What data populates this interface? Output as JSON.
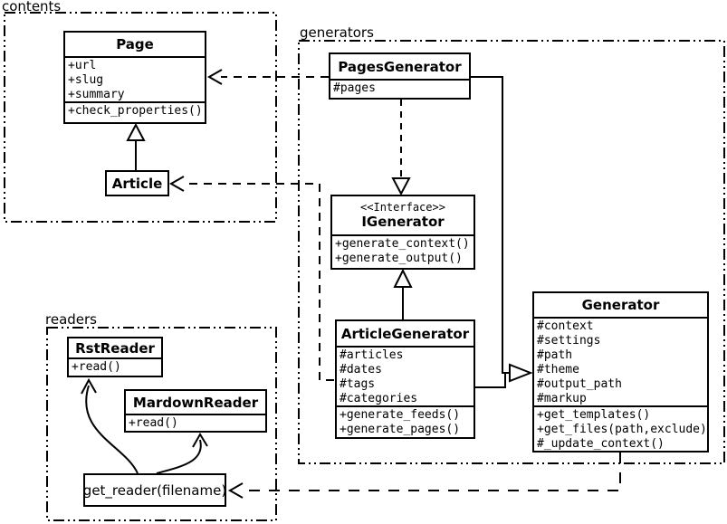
{
  "packages": {
    "contents": {
      "label": "contents"
    },
    "generators": {
      "label": "generators"
    },
    "readers": {
      "label": "readers"
    }
  },
  "classes": {
    "page": {
      "title": "Page",
      "attrs": [
        "+url",
        "+slug",
        "+summary"
      ],
      "methods": [
        "+check_properties()"
      ]
    },
    "article": {
      "title": "Article"
    },
    "pages_generator": {
      "title": "PagesGenerator",
      "attrs": [
        "#pages"
      ]
    },
    "igenerator": {
      "stereotype": "<<Interface>>",
      "title": "IGenerator",
      "methods": [
        "+generate_context()",
        "+generate_output()"
      ]
    },
    "article_generator": {
      "title": "ArticleGenerator",
      "attrs": [
        "#articles",
        "#dates",
        "#tags",
        "#categories"
      ],
      "methods": [
        "+generate_feeds()",
        "+generate_pages()"
      ]
    },
    "generator": {
      "title": "Generator",
      "attrs": [
        "#context",
        "#settings",
        "#path",
        "#theme",
        "#output_path",
        "#markup"
      ],
      "methods": [
        "+get_templates()",
        "+get_files(path,exclude)",
        "#_update_context()"
      ]
    },
    "rst_reader": {
      "title": "RstReader",
      "methods": [
        "+read()"
      ]
    },
    "mardown_reader": {
      "title": "MardownReader",
      "methods": [
        "+read()"
      ]
    },
    "get_reader": {
      "label": "get_reader(filename)"
    }
  },
  "colors": {
    "stroke": "#000000",
    "background": "#ffffff"
  }
}
